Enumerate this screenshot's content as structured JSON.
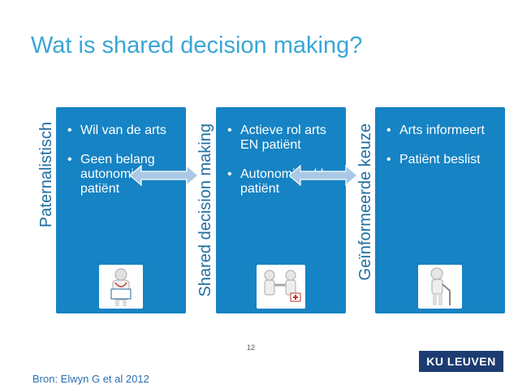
{
  "slide": {
    "title": "Wat is shared decision making?",
    "page_number": "12",
    "source": "Bron: Elwyn G et al 2012",
    "logo_text": "KU LEUVEN"
  },
  "columns": [
    {
      "label": "Paternalistisch",
      "bullets": [
        "Wil van de arts",
        "Geen belang autonomie patiënt"
      ],
      "image_icon": "doctor-figure-icon"
    },
    {
      "label": "Shared decision making",
      "bullets": [
        "Actieve rol arts EN patiënt",
        "Autonomie v/d patiënt"
      ],
      "image_icon": "handshake-figures-icon"
    },
    {
      "label": "Geïnformeerde keuze",
      "bullets": [
        "Arts informeert",
        "Patiënt beslist"
      ],
      "image_icon": "patient-figure-icon"
    }
  ],
  "colors": {
    "title": "#3aa6d6",
    "panel": "#1683c4",
    "label": "#1f6ea1",
    "logo": "#1c3c71"
  }
}
